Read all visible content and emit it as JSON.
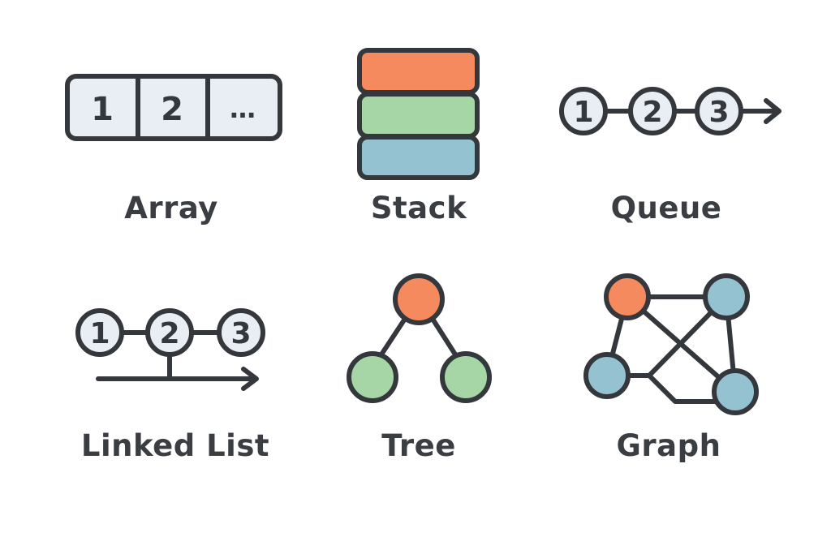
{
  "colors": {
    "stroke": "#34373c",
    "cell_fill": "#e9eef5",
    "orange": "#f58a5e",
    "green": "#a6d5a6",
    "blue": "#94c2d0",
    "label": "#3a3d42"
  },
  "array": {
    "label": "Array",
    "cells": [
      "1",
      "2",
      "…"
    ]
  },
  "stack": {
    "label": "Stack",
    "layers": [
      "orange",
      "green",
      "blue"
    ]
  },
  "queue": {
    "label": "Queue",
    "nodes": [
      "1",
      "2",
      "3"
    ]
  },
  "linked_list": {
    "label": "Linked List",
    "nodes": [
      "1",
      "2",
      "3"
    ]
  },
  "tree": {
    "label": "Tree",
    "nodes": [
      "orange",
      "green",
      "green"
    ]
  },
  "graph": {
    "label": "Graph",
    "nodes": [
      "orange",
      "blue",
      "blue",
      "blue"
    ]
  }
}
